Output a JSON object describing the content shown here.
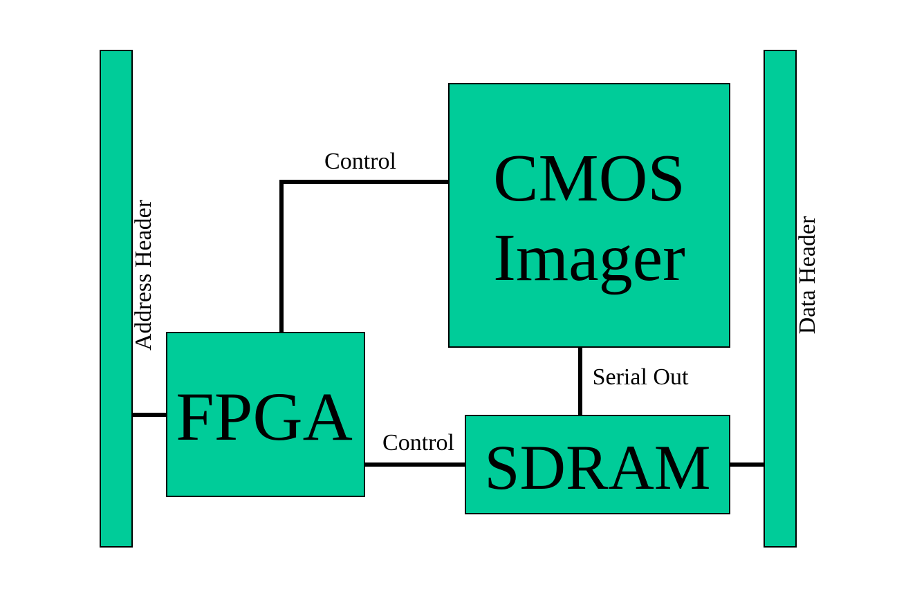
{
  "diagram": {
    "fill_color": "#00CC99",
    "blocks": {
      "address_header": "Address Header",
      "data_header": "Data Header",
      "cmos_line1": "CMOS",
      "cmos_line2": "Imager",
      "fpga": "FPGA",
      "sdram": "SDRAM"
    },
    "connections": {
      "fpga_to_cmos": "Control",
      "fpga_to_sdram": "Control",
      "cmos_to_sdram": "Serial Out"
    }
  }
}
